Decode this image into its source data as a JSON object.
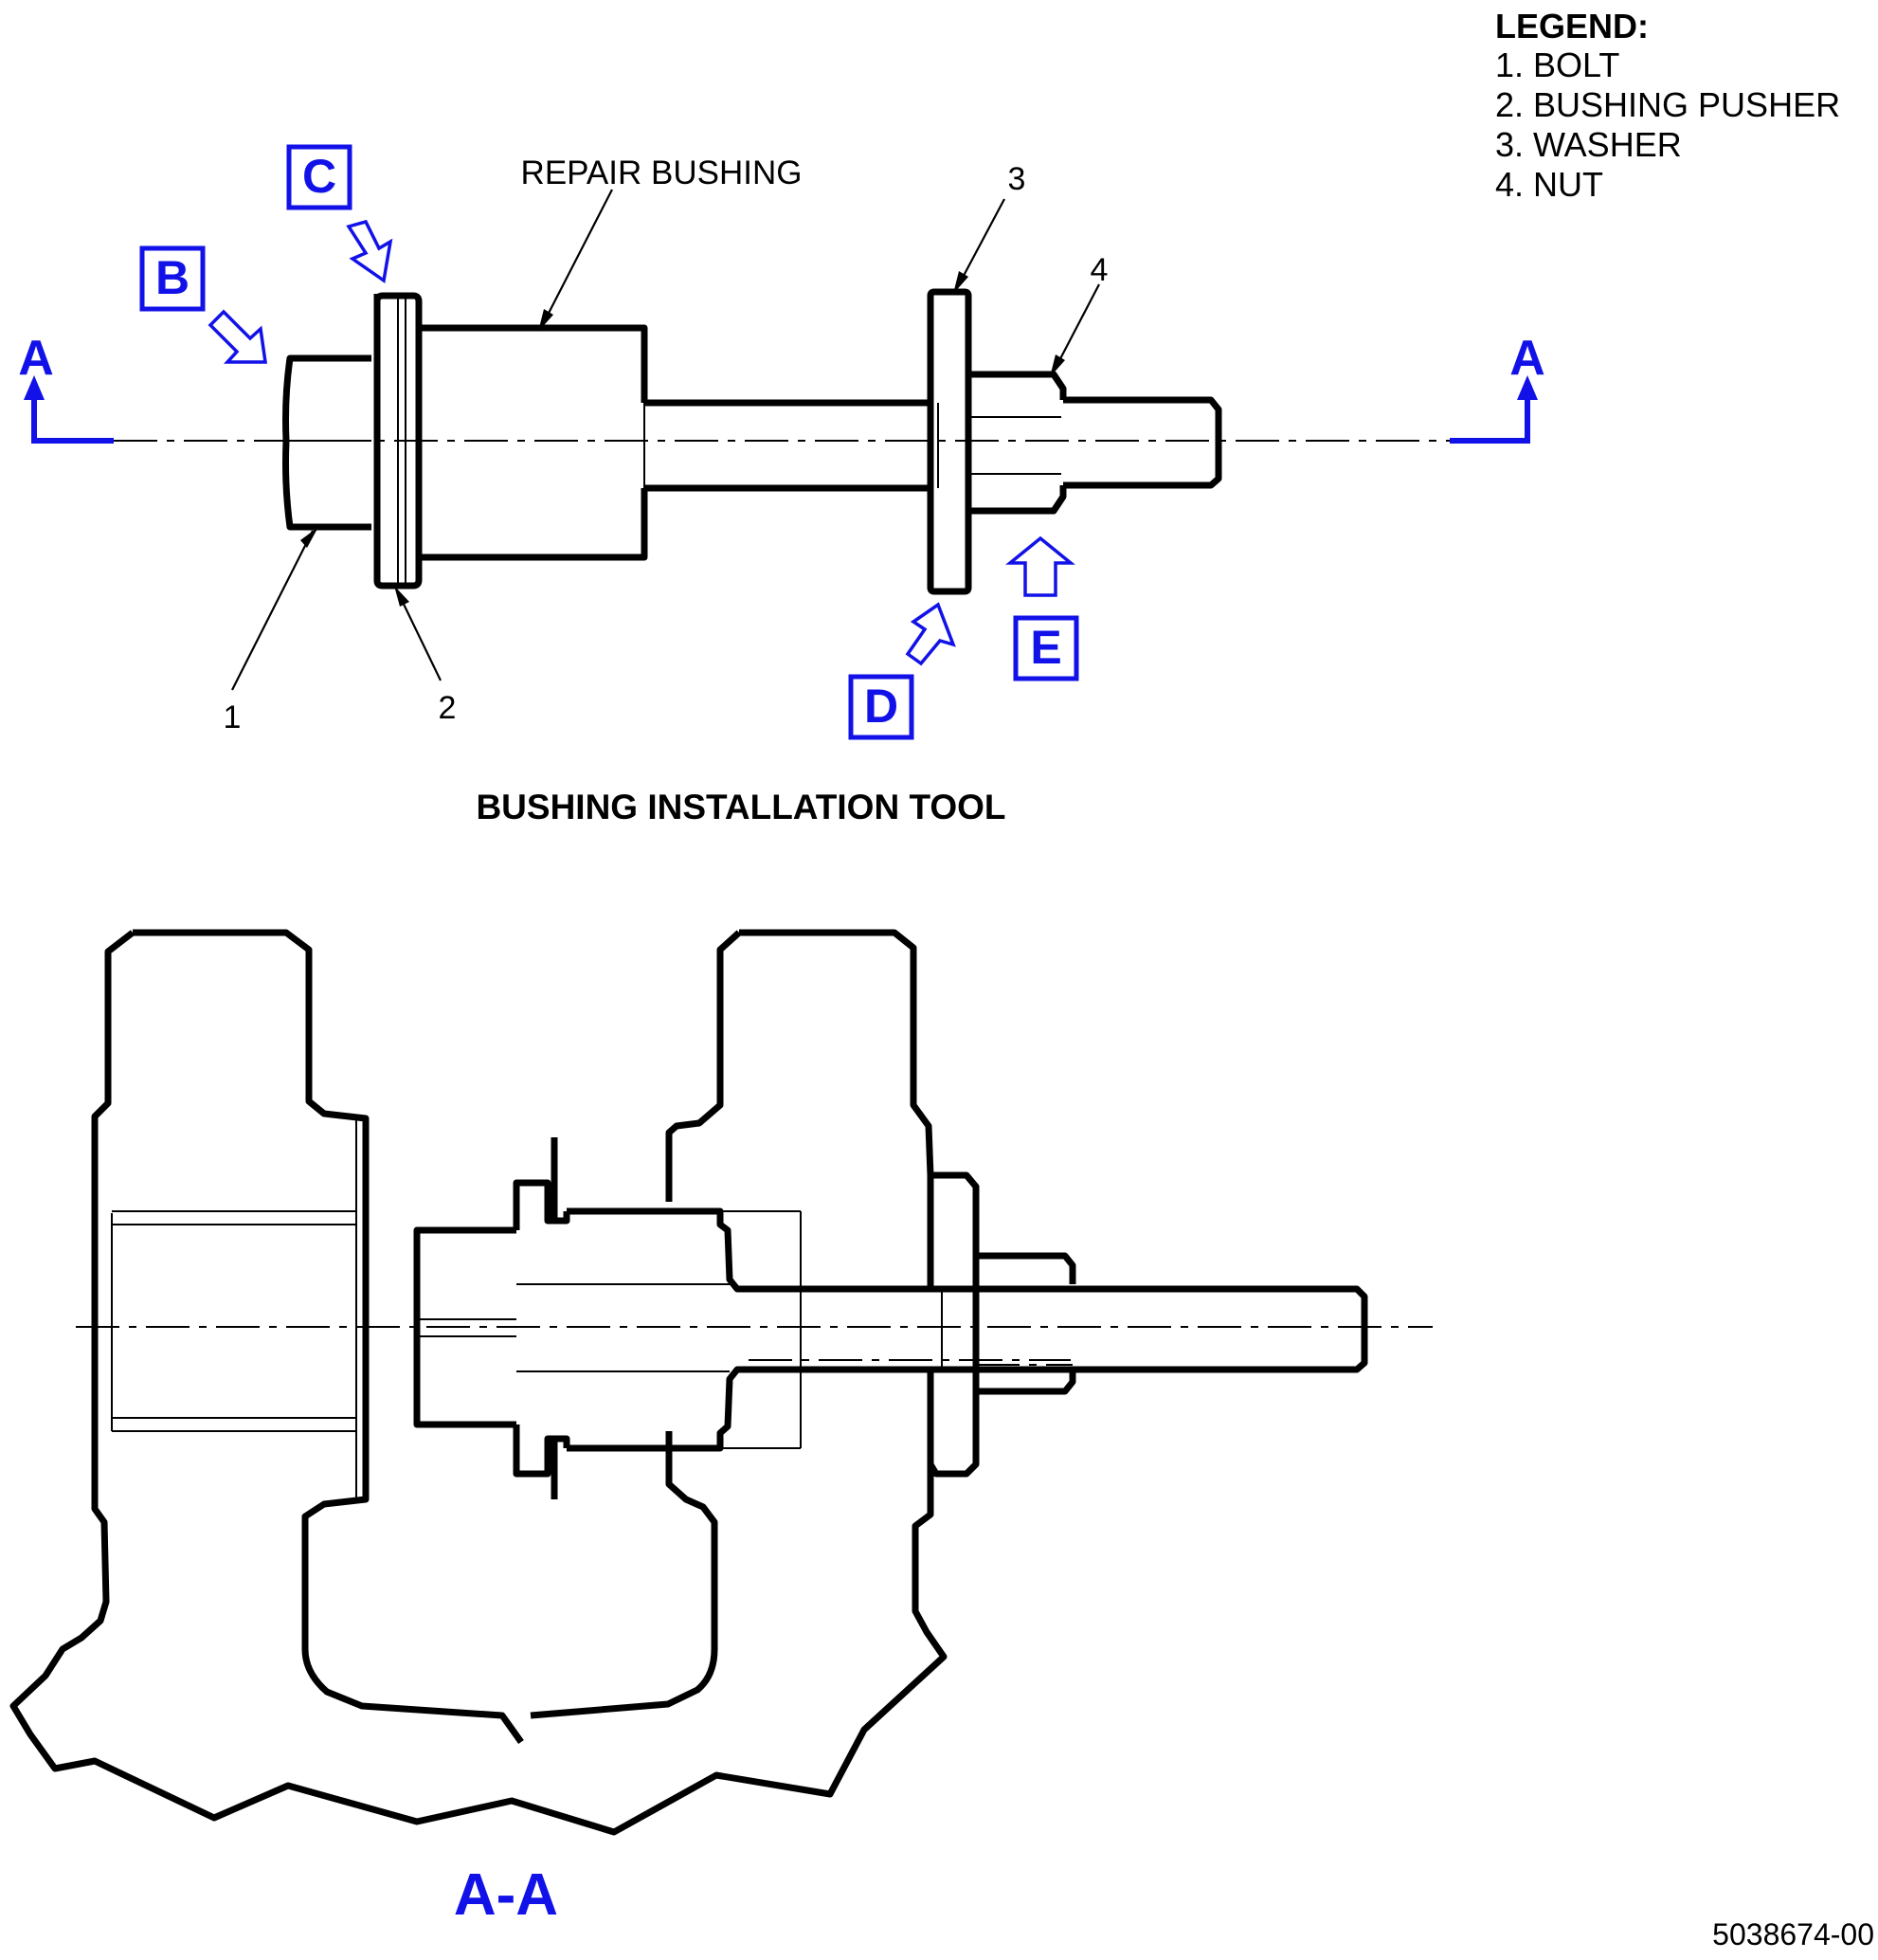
{
  "legend": {
    "title": "LEGEND:",
    "items": [
      "1. BOLT",
      "2. BUSHING PUSHER",
      "3. WASHER",
      "4. NUT"
    ]
  },
  "labels": {
    "repair_bushing": "REPAIR BUSHING",
    "callout_1": "1",
    "callout_2": "2",
    "callout_3": "3",
    "callout_4": "4"
  },
  "view_letters": {
    "B": "B",
    "C": "C",
    "D": "D",
    "E": "E"
  },
  "section_marker": {
    "left": "A",
    "right": "A"
  },
  "titles": {
    "tool": "BUSHING INSTALLATION TOOL",
    "section": "A-A"
  },
  "figure_number": "5038674-00",
  "colors": {
    "accent": "#1212e8",
    "line": "#000000"
  }
}
